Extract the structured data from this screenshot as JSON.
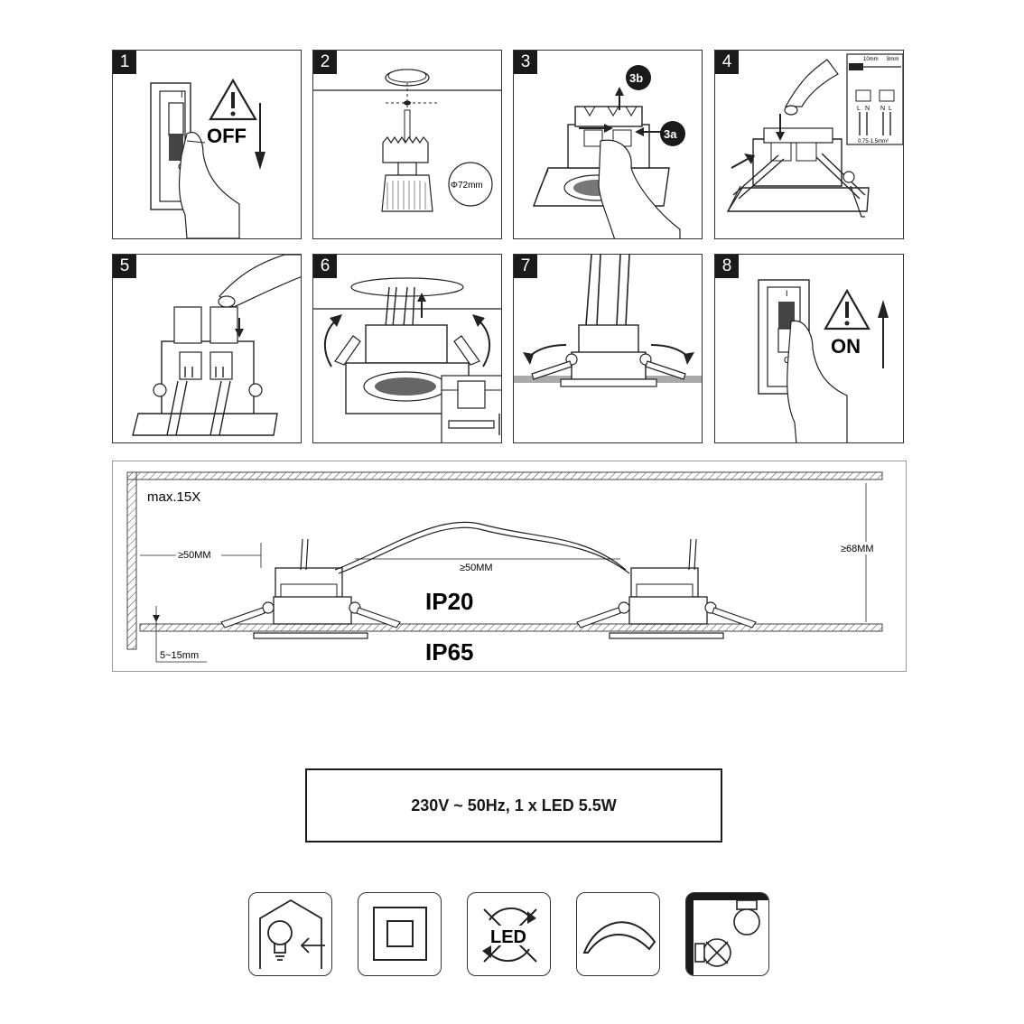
{
  "steps": [
    {
      "num": "1",
      "label": "OFF",
      "switch_mark": "I",
      "switch_mark2": "O"
    },
    {
      "num": "2",
      "label": "Φ72mm"
    },
    {
      "num": "3",
      "label_a": "3a",
      "label_b": "3b"
    },
    {
      "num": "4",
      "strip_a": "10mm",
      "strip_b": "8mm",
      "term_l": "L",
      "term_n": "N",
      "term_n2": "N",
      "term_l2": "L",
      "cable": "0.75-1.5mm²"
    },
    {
      "num": "5"
    },
    {
      "num": "6"
    },
    {
      "num": "7"
    },
    {
      "num": "8",
      "label": "ON",
      "switch_mark": "I",
      "switch_mark2": "O"
    }
  ],
  "installation": {
    "max_count": "max.15X",
    "wall_gap": "≥50MM",
    "spacing": "≥50MM",
    "height": "≥68MM",
    "ceiling_thickness": "5~15mm",
    "ip_top": "IP20",
    "ip_bottom": "IP65"
  },
  "spec": "230V ~ 50Hz, 1 x LED 5.5W",
  "icons": [
    {
      "name": "indoor-use-icon"
    },
    {
      "name": "class-ii-icon"
    },
    {
      "name": "led-not-replaceable-icon"
    },
    {
      "name": "dimmable-icon"
    },
    {
      "name": "not-for-insulation-cover-icon"
    }
  ],
  "icon_text": {
    "led": "LED"
  }
}
